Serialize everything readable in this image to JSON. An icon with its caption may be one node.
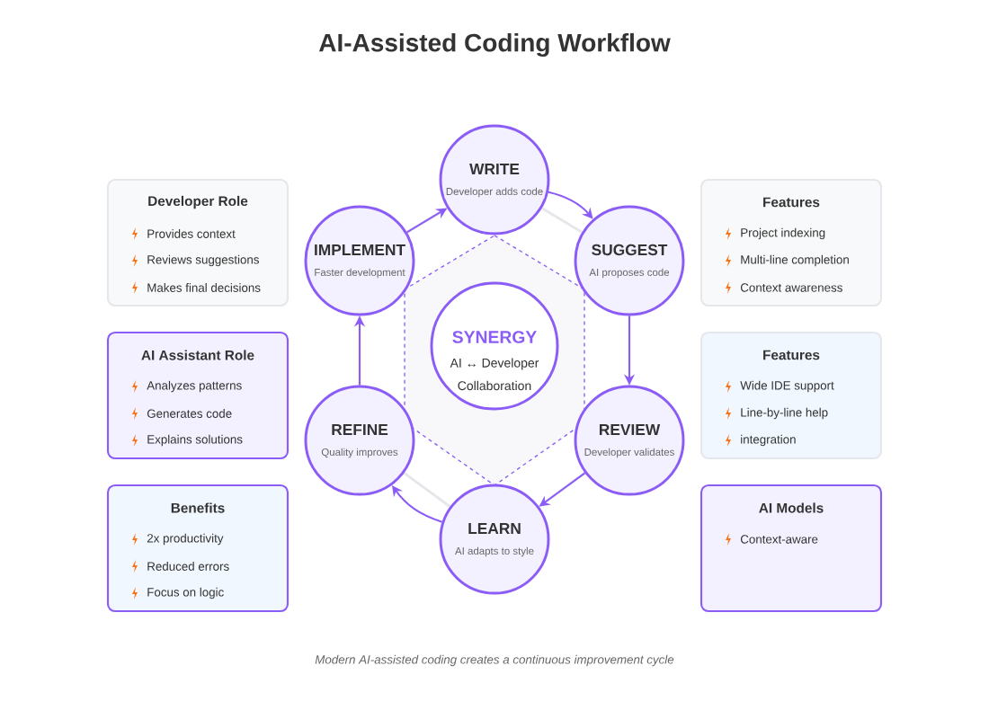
{
  "diagram": {
    "title": "AI-Assisted Coding Workflow",
    "caption": "Modern AI-assisted coding creates a continuous improvement cycle",
    "nodes": [
      {
        "text": [
          "WRITE",
          "Developer adds code"
        ]
      },
      {
        "text": [
          "SUGGEST",
          "AI proposes code"
        ]
      },
      {
        "text": [
          "REVIEW",
          "Developer validates"
        ]
      },
      {
        "text": [
          "LEARN",
          "AI adapts to style"
        ]
      },
      {
        "text": [
          "REFINE",
          "Quality improves"
        ]
      },
      {
        "text": [
          "IMPLEMENT",
          "Faster development"
        ]
      },
      {
        "text": [
          "SYNERGY",
          "AI ↔ Developer",
          "Collaboration"
        ]
      },
      {
        "text": [
          "Developer Role",
          "Provides context",
          "Reviews suggestions",
          "Makes final decisions"
        ]
      },
      {
        "text": [
          "AI Assistant Role",
          "Analyzes patterns",
          "Generates code",
          "Explains solutions"
        ]
      },
      {
        "text": [
          "Benefits",
          "2x productivity",
          "Reduced errors",
          "Focus on logic"
        ]
      },
      {
        "text": [
          "Features",
          "Project indexing",
          "Multi-line completion",
          "Context awareness"
        ]
      },
      {
        "text": [
          "Features",
          "Wide IDE support",
          "Line-by-line help",
          "integration"
        ]
      },
      {
        "text": [
          "AI Models",
          "Context-aware"
        ]
      }
    ],
    "edges": [
      {
        "from": 0,
        "to": 1,
        "arrow": "to"
      },
      {
        "from": 1,
        "to": 2,
        "arrow": "to"
      },
      {
        "from": 2,
        "to": 3,
        "arrow": "to"
      },
      {
        "from": 3,
        "to": 4,
        "arrow": "to"
      },
      {
        "from": 4,
        "to": 5,
        "arrow": "to"
      },
      {
        "from": 5,
        "to": 0,
        "arrow": "to"
      }
    ]
  }
}
